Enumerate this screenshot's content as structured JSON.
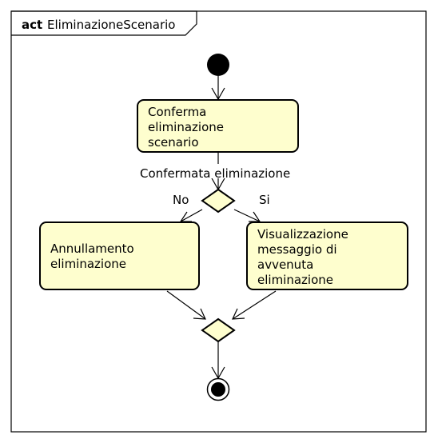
{
  "frame": {
    "keyword": "act",
    "name": "EliminazioneScenario"
  },
  "actions": {
    "confirm": {
      "lines": [
        "Conferma",
        "eliminazione",
        "scenario"
      ]
    },
    "cancel": {
      "lines": [
        "Annullamento",
        "eliminazione"
      ]
    },
    "show_done": {
      "lines": [
        "Visualizzazione",
        "messaggio di",
        "avvenuta",
        "eliminazione"
      ]
    }
  },
  "guards": {
    "confirmed": "Confermata eliminazione",
    "no": "No",
    "yes": "Si"
  },
  "colors": {
    "action_fill": "#FEFECE",
    "stroke": "#000000",
    "background": "#FFFFFF"
  }
}
